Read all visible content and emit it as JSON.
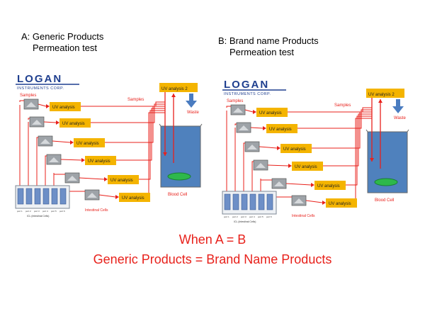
{
  "panels": [
    {
      "title_line1": "A: Generic Products",
      "title_line2": "Permeation test",
      "logo_name": "LOGAN",
      "logo_sub": "INSTRUMENTS CORP.",
      "samples_left": "Samples",
      "samples_top": "Samples",
      "uv_analysis_2": "UV analysis 2",
      "waste": "Waste",
      "uv_boxes": [
        "UV analysis",
        "UV analysis",
        "UV analysis",
        "UV analysis",
        "UV analysis",
        "UV analysis"
      ],
      "blood_cell": "Blood Cell",
      "intestinal_cells": "Intestinal Cells",
      "tray_label": "ICL (Intestinal Cells)",
      "well_labels": [
        "port 1",
        "port 2",
        "port 3",
        "port 4",
        "port 5",
        "port 6"
      ]
    },
    {
      "title_line1": "B: Brand name Products",
      "title_line2": "Permeation test",
      "logo_name": "LOGAN",
      "logo_sub": "INSTRUMENTS CORP.",
      "samples_left": "Samples",
      "samples_top": "Samples",
      "uv_analysis_2": "UV analysis 2",
      "waste": "Waste",
      "uv_boxes": [
        "UV analysis",
        "UV analysis",
        "UV analysis",
        "UV analysis",
        "UV analysis",
        "UV analysis"
      ],
      "blood_cell": "Blood Cell",
      "intestinal_cells": "Intestinal Cells",
      "tray_label": "ICL (Intestinal Cells)",
      "well_labels": [
        "port 1",
        "port 2",
        "port 3",
        "port 4",
        "port 5",
        "port 6"
      ]
    }
  ],
  "conclusion": {
    "line1": "When A = B",
    "line2": "Generic Products = Brand Name Products"
  },
  "colors": {
    "accent_red": "#e8211b",
    "uv_box": "#f4b400",
    "beaker_fill": "#4f81bd",
    "cell_green": "#2eb84b",
    "waste_arrow": "#4a7cc0",
    "logo_blue": "#1f3f8f"
  }
}
